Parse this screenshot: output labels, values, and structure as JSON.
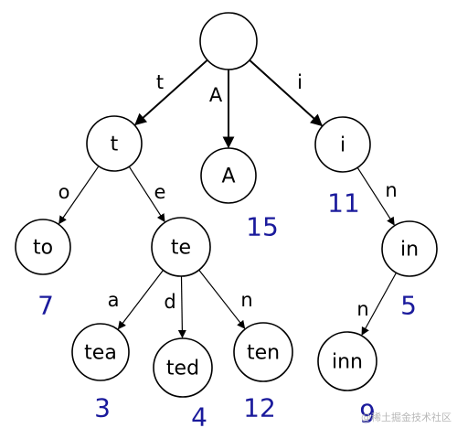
{
  "colors": {
    "value": "#1a1a9c",
    "stroke": "#000000"
  },
  "nodes": [
    {
      "id": "root",
      "label": ""
    },
    {
      "id": "t",
      "label": "t"
    },
    {
      "id": "A",
      "label": "A"
    },
    {
      "id": "i",
      "label": "i"
    },
    {
      "id": "to",
      "label": "to"
    },
    {
      "id": "te",
      "label": "te"
    },
    {
      "id": "in",
      "label": "in"
    },
    {
      "id": "tea",
      "label": "tea"
    },
    {
      "id": "ted",
      "label": "ted"
    },
    {
      "id": "ten",
      "label": "ten"
    },
    {
      "id": "inn",
      "label": "inn"
    }
  ],
  "edges": [
    {
      "from": "root",
      "to": "t",
      "label": "t"
    },
    {
      "from": "root",
      "to": "A",
      "label": "A"
    },
    {
      "from": "root",
      "to": "i",
      "label": "i"
    },
    {
      "from": "t",
      "to": "to",
      "label": "o"
    },
    {
      "from": "t",
      "to": "te",
      "label": "e"
    },
    {
      "from": "i",
      "to": "in",
      "label": "n"
    },
    {
      "from": "te",
      "to": "tea",
      "label": "a"
    },
    {
      "from": "te",
      "to": "ted",
      "label": "d"
    },
    {
      "from": "te",
      "to": "ten",
      "label": "n"
    },
    {
      "from": "in",
      "to": "inn",
      "label": "n"
    }
  ],
  "values": [
    {
      "node": "A",
      "value": "15"
    },
    {
      "node": "i",
      "value": "11"
    },
    {
      "node": "to",
      "value": "7"
    },
    {
      "node": "in",
      "value": "5"
    },
    {
      "node": "tea",
      "value": "3"
    },
    {
      "node": "ted",
      "value": "4"
    },
    {
      "node": "ten",
      "value": "12"
    },
    {
      "node": "inn",
      "value": "9"
    }
  ],
  "watermark": "@稀土掘金技术社区"
}
